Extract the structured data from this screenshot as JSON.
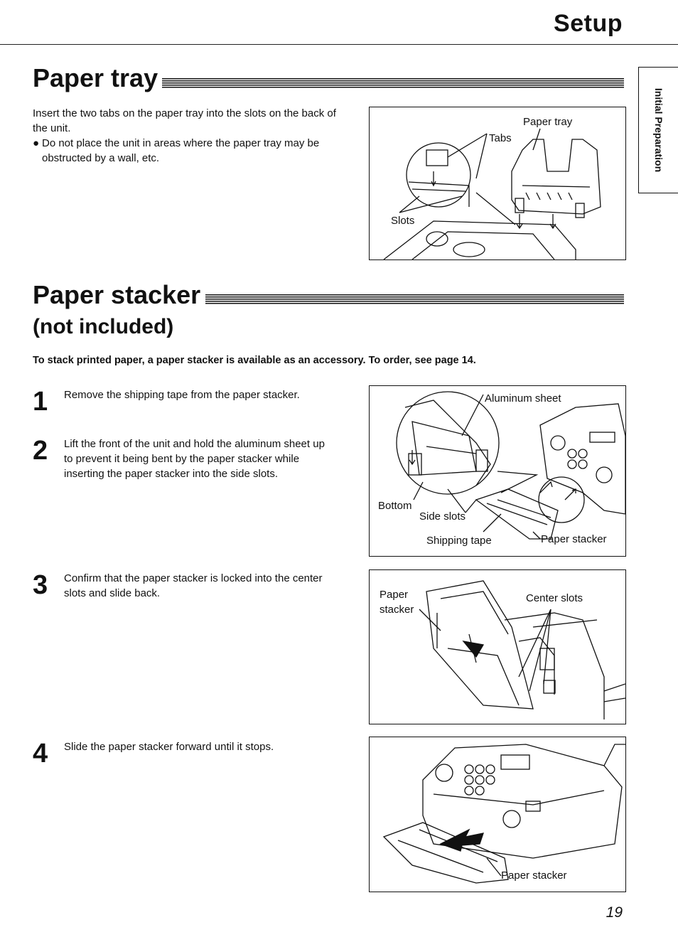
{
  "header": {
    "section_title": "Setup"
  },
  "side_tab": {
    "label": "Initial Preparation"
  },
  "paper_tray": {
    "heading": "Paper tray",
    "intro": "Insert the two tabs on the paper tray into the slots on the back of the unit.",
    "bullet": "Do not place the unit in areas where the paper tray may be obstructed by a wall, etc.",
    "figure_labels": {
      "paper_tray": "Paper tray",
      "tabs": "Tabs",
      "slots": "Slots"
    }
  },
  "paper_stacker": {
    "heading": "Paper stacker",
    "subheading": "(not included)",
    "note": "To stack printed paper, a paper stacker is available as an accessory. To order, see page 14.",
    "steps": [
      {
        "number": "1",
        "text": "Remove the shipping tape from the paper stacker."
      },
      {
        "number": "2",
        "text": "Lift the front of the unit and hold the aluminum sheet up to prevent it being bent by the paper stacker while inserting the paper stacker into the side slots."
      },
      {
        "number": "3",
        "text": "Confirm that the paper stacker is locked into the center slots and slide back."
      },
      {
        "number": "4",
        "text": "Slide the paper stacker forward until it stops."
      }
    ],
    "figure2_labels": {
      "aluminum_sheet": "Aluminum sheet",
      "bottom": "Bottom",
      "side_slots": "Side slots",
      "shipping_tape": "Shipping tape",
      "paper_stacker": "Paper stacker"
    },
    "figure3_labels": {
      "paper": "Paper",
      "stacker": "stacker",
      "center_slots": "Center slots"
    },
    "figure4_labels": {
      "paper_stacker": "Paper stacker"
    }
  },
  "footer": {
    "page_number": "19"
  }
}
